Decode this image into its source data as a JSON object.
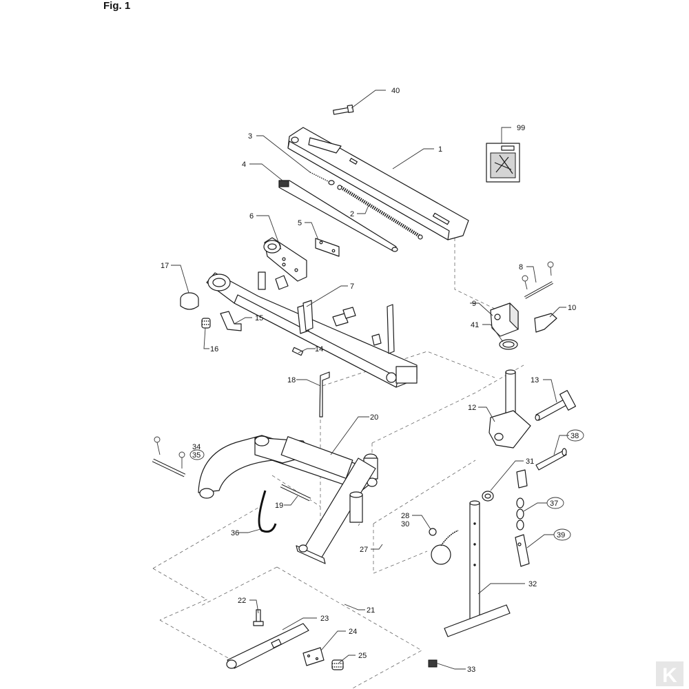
{
  "figure_title": "Fig. 1",
  "callouts": [
    "40",
    "1",
    "99",
    "3",
    "4",
    "2",
    "6",
    "5",
    "17",
    "7",
    "8",
    "9",
    "10",
    "41",
    "15",
    "16",
    "14",
    "18",
    "13",
    "20",
    "12",
    "34",
    "35",
    "38",
    "31",
    "19",
    "28",
    "30",
    "37",
    "36",
    "27",
    "39",
    "32",
    "22",
    "21",
    "23",
    "24",
    "25",
    "33"
  ],
  "logo": "K"
}
